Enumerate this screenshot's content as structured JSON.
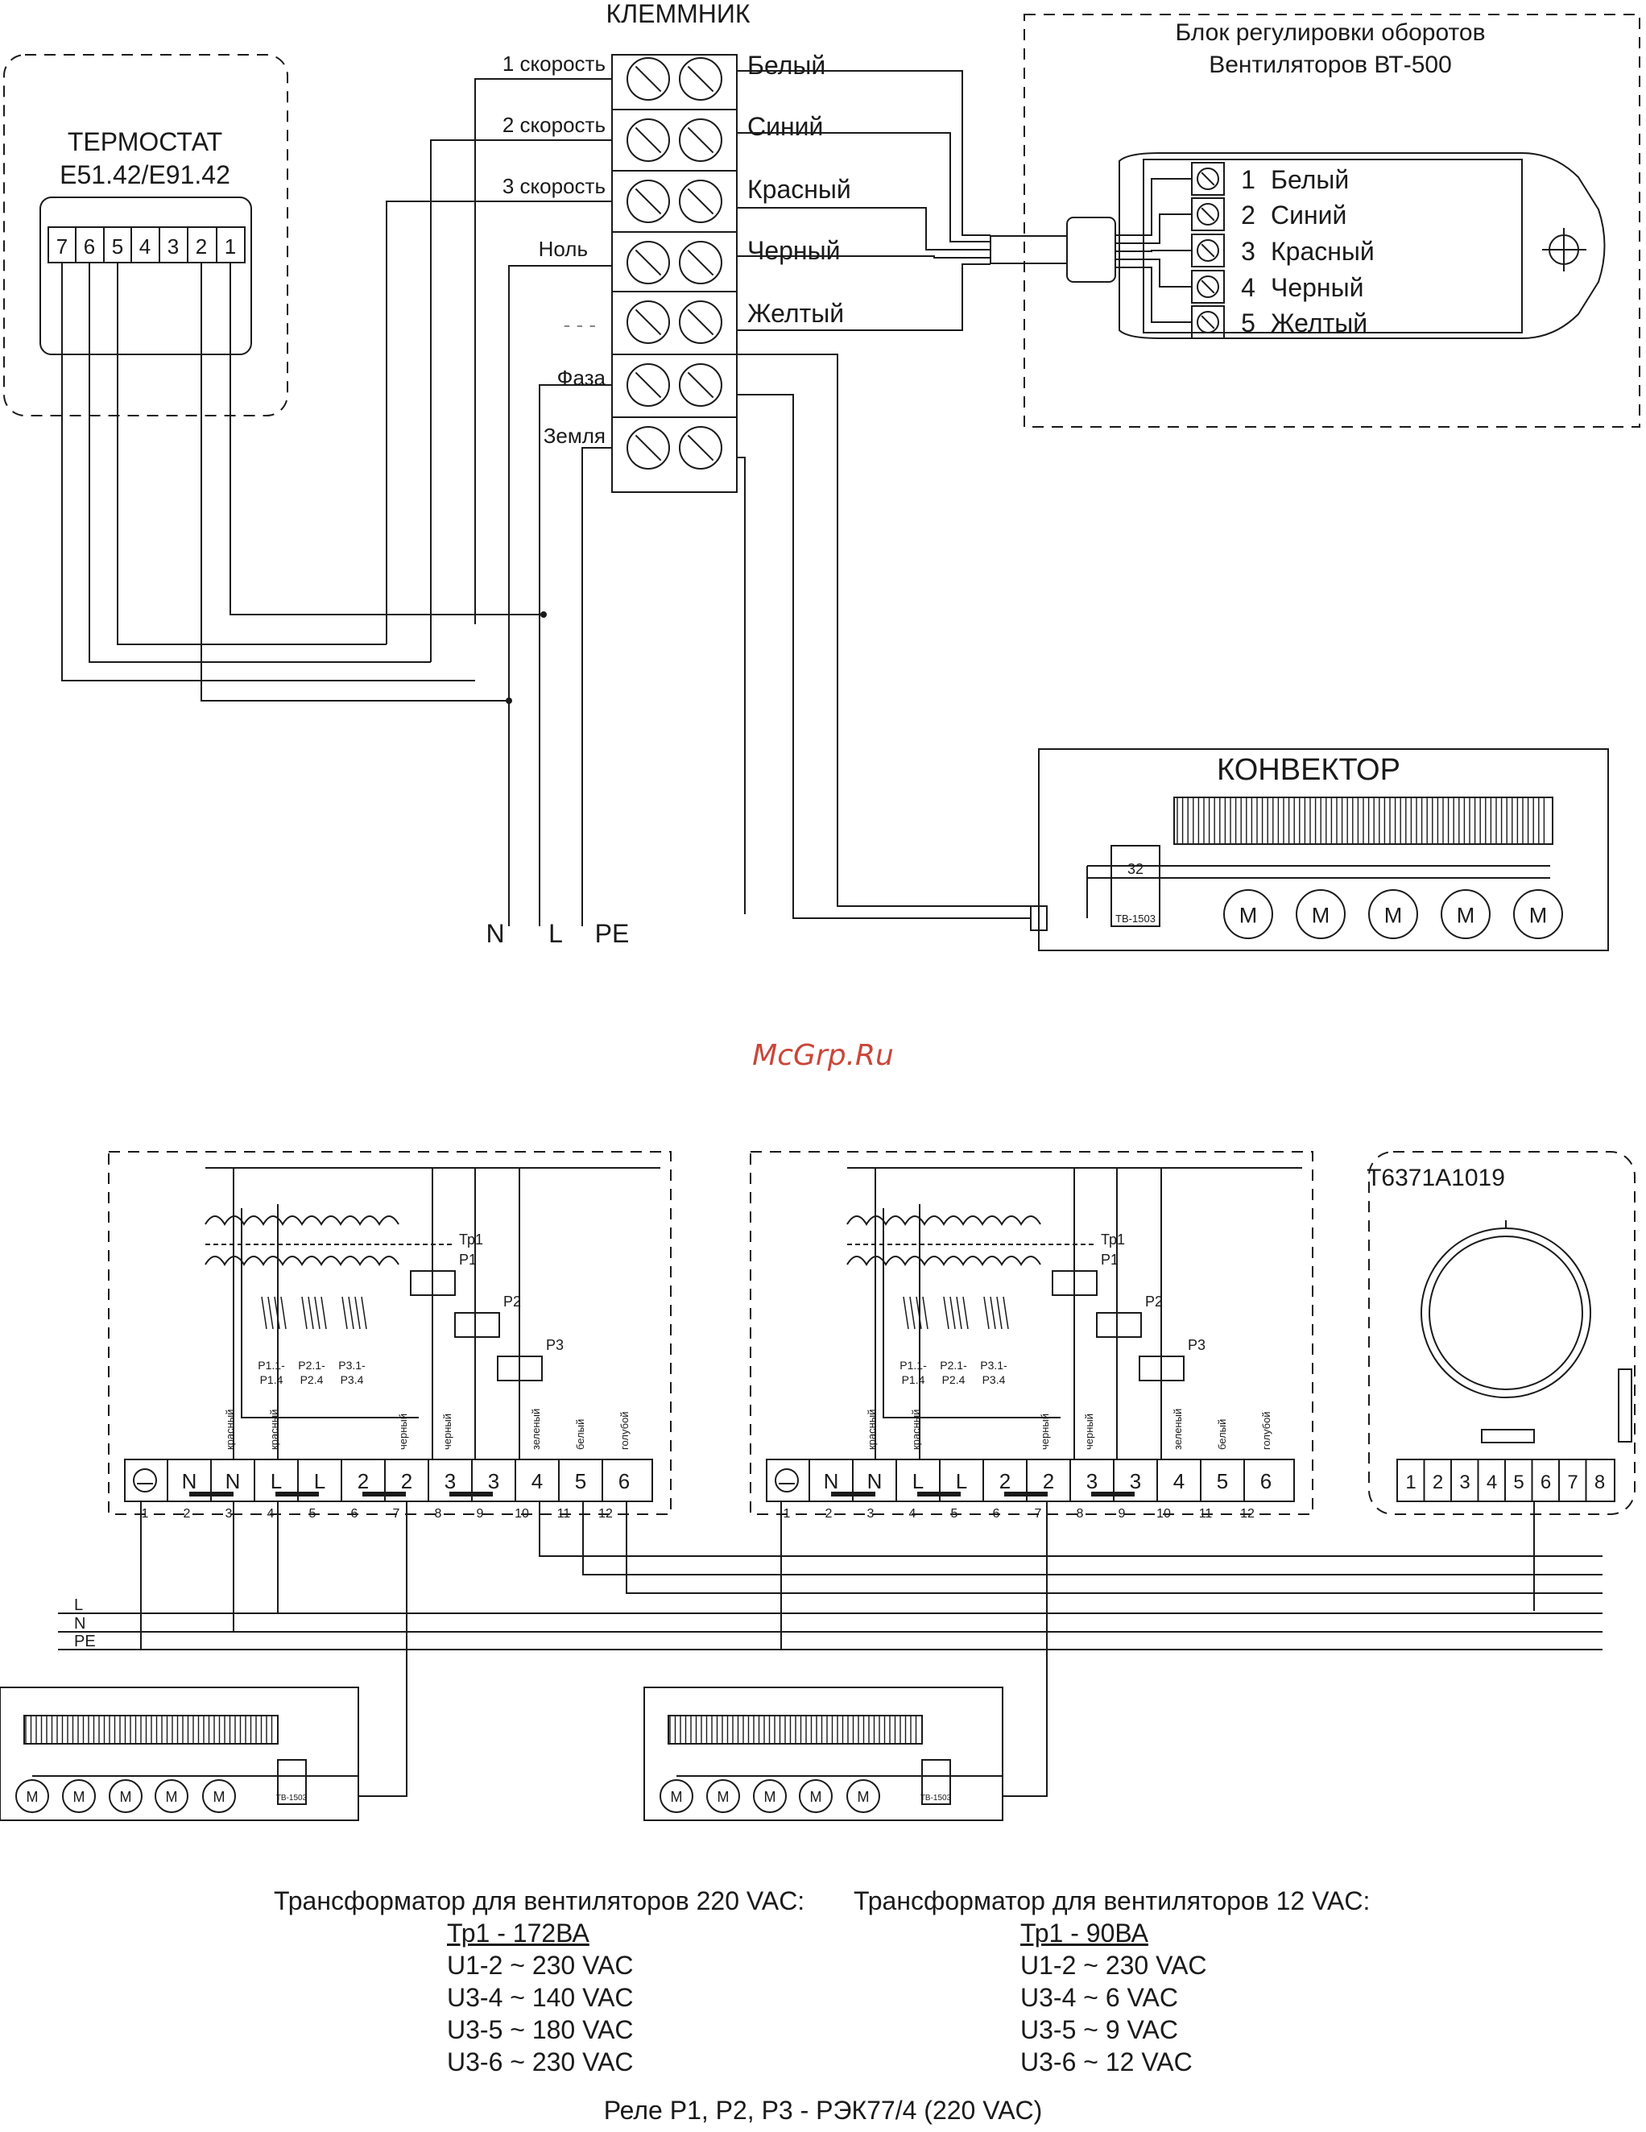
{
  "terminal_block": {
    "title": "КЛЕММНИК",
    "left_labels": [
      "1 скорость",
      "2 скорость",
      "3 скорость",
      "Ноль",
      "- - -",
      "Фаза",
      "Земля"
    ],
    "right_labels": [
      "Белый",
      "Синий",
      "Красный",
      "Черный",
      "Желтый"
    ]
  },
  "thermostat": {
    "title": "ТЕРМОСТАТ",
    "model": "E51.42/E91.42",
    "terminals": [
      "7",
      "6",
      "5",
      "4",
      "3",
      "2",
      "1"
    ]
  },
  "speed_unit": {
    "title_line1": "Блок регулировки оборотов",
    "title_line2": "Вентиляторов ВТ-500",
    "terminals": [
      "1",
      "2",
      "3",
      "4",
      "5"
    ],
    "labels": [
      "Белый",
      "Синий",
      "Красный",
      "Черный",
      "Желтый"
    ]
  },
  "convector": {
    "title": "КОНВЕКТОР",
    "fuse_label": "ТВ-1503",
    "fuse_code": "32",
    "motor_label": "M"
  },
  "power_labels": [
    "N",
    "L",
    "PE"
  ],
  "watermark": "McGrp.Ru",
  "controller": {
    "transformer": "Тр1",
    "relays": [
      "P1",
      "P2",
      "P3"
    ],
    "relay_contacts": [
      "P1.1-\nP1.4",
      "P2.1-\nP2.4",
      "P3.1-\nP3.4"
    ],
    "top_terminals": [
      "N",
      "N",
      "L",
      "L",
      "2",
      "2",
      "3",
      "3",
      "4",
      "5",
      "6"
    ],
    "bottom_numbers": [
      "1",
      "2",
      "3",
      "4",
      "5",
      "6",
      "7",
      "8",
      "9",
      "10",
      "11",
      "12"
    ],
    "wire_colors": [
      "красный",
      "красный",
      "черный",
      "черный",
      "зеленый",
      "белый",
      "голубой"
    ]
  },
  "bus_labels": [
    "L",
    "N",
    "PE"
  ],
  "room_thermostat": {
    "model": "T6371A1019",
    "terminals": [
      "1",
      "2",
      "3",
      "4",
      "5",
      "6",
      "7",
      "8"
    ]
  },
  "notes": {
    "left_heading": "Трансформатор для вентиляторов 220 VAC:",
    "left_lines": [
      "Тр1 - 172ВА",
      "U1-2 ~ 230 VAC",
      "U3-4 ~ 140 VAC",
      "U3-5 ~ 180 VAC",
      "U3-6 ~ 230 VAC"
    ],
    "right_heading": "Трансформатор для вентиляторов 12 VAC:",
    "right_lines": [
      "Тр1 - 90ВА",
      "U1-2 ~ 230 VAC",
      "U3-4 ~ 6 VAC",
      "U3-5 ~ 9 VAC",
      "U3-6 ~ 12 VAC"
    ],
    "footer": "Реле P1, P2, P3 - РЭК77/4 (220 VAC)"
  }
}
